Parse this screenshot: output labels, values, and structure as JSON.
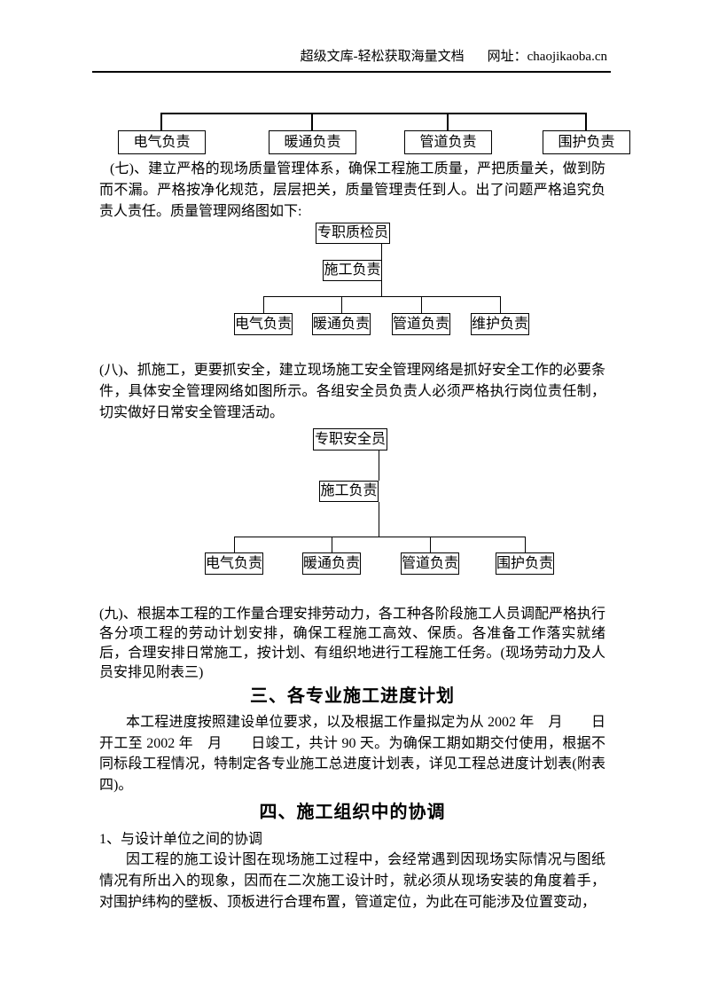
{
  "header": {
    "site": "超级文库-轻松获取海量文档",
    "address": "网址：chaojikaoba.cn"
  },
  "charts": {
    "continuation": {
      "nodes": [
        "电气负责",
        "暖通负责",
        "管道负责",
        "围护负责"
      ]
    },
    "quality": {
      "root": "专职质检员",
      "mid": "施工负责",
      "children": [
        "电气负责",
        "暖通负责",
        "管道负责",
        "维护负责"
      ]
    },
    "safety": {
      "root": "专职安全员",
      "mid": "施工负责",
      "children": [
        "电气负责",
        "暖通负责",
        "管道负责",
        "围护负责"
      ]
    }
  },
  "paragraphs": {
    "p7": "(七)、建立严格的现场质量管理体系，确保工程施工质量，严把质量关，做到防而不漏。严格按净化规范，层层把关，质量管理责任到人。出了问题严格追究负责人责任。质量管理网络图如下:",
    "p8": "(八)、抓施工，更要抓安全，建立现场施工安全管理网络是抓好安全工作的必要条件，具体安全管理网络如图所示。各组安全员负责人必须严格执行岗位责任制，切实做好日常安全管理活动。",
    "p9": "(九)、根据本工程的工作量合理安排劳动力，各工种各阶段施工人员调配严格执行各分项工程的劳动计划安排，确保工程施工高效、保质。各准备工作落实就绪后，合理安排日常施工，按计划、有组织地进行工程施工任务。(现场劳动力及人员安排见附表三)",
    "schedule": "本工程进度按照建设单位要求，以及根据工作量拟定为从 2002 年　月　　日开工至 2002 年　月　　日竣工，共计 90 天。为确保工期如期交付使用，根据不同标段工程情况，特制定各专业施工总进度计划表，详见工程总进度计划表(附表四)。",
    "design": "因工程的施工设计图在现场施工过程中，会经常遇到因现场实际情况与图纸情况有所出入的现象，因而在二次施工设计时，就必须从现场安装的角度着手，对围护纬构的壁板、顶板进行合理布置，管道定位，为此在可能涉及位置变动，"
  },
  "headings": {
    "h3": "三、各专业施工进度计划",
    "h4": "四、施工组织中的协调",
    "sub1": "1、与设计单位之间的协调"
  }
}
